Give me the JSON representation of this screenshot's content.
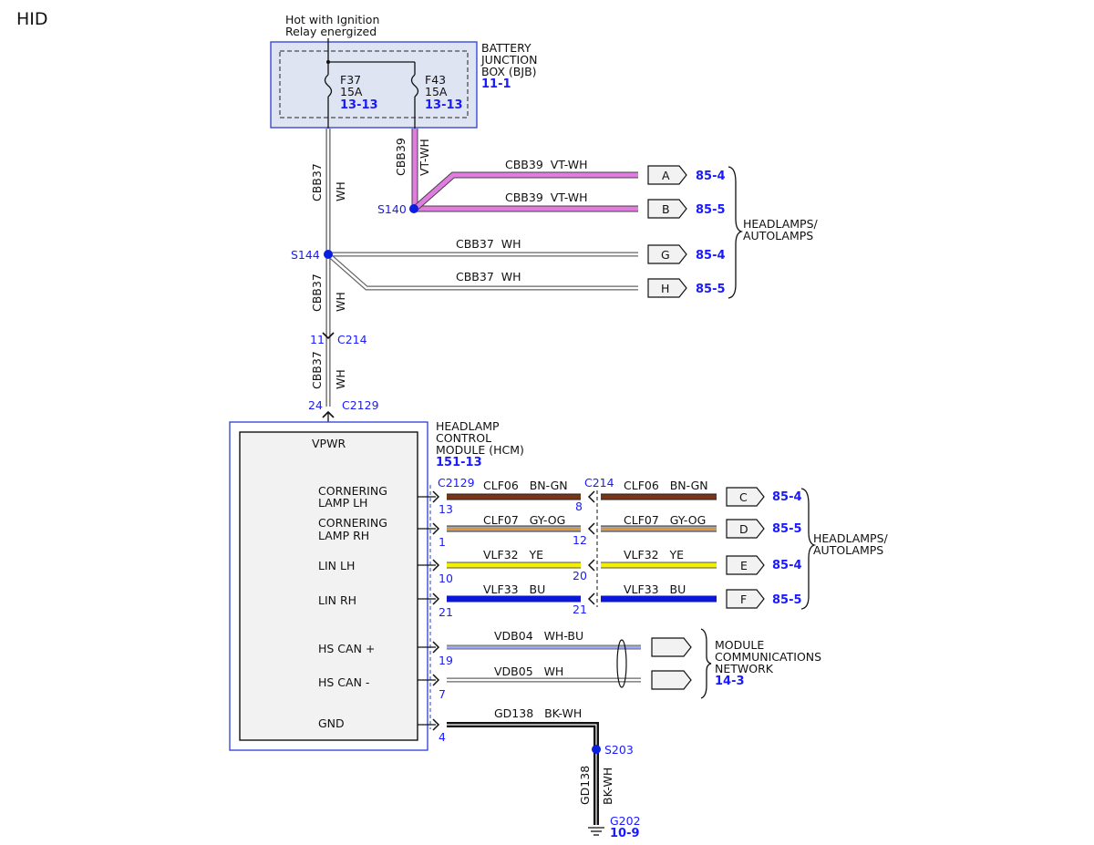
{
  "page_title": "HID",
  "colors": {
    "pink": "#e07be0",
    "brown": "#7a3418",
    "yellow": "#f5ef00",
    "blue": "#0a16d8",
    "ref_blue": "#1a1aff",
    "gray": "#bdbdbd",
    "black": "#000000"
  },
  "power": {
    "caption_line1": "Hot with Ignition",
    "caption_line2": "Relay energized"
  },
  "bjb": {
    "name_line1": "BATTERY",
    "name_line2": "JUNCTION",
    "name_line3": "BOX (BJB)",
    "ref": "11-1",
    "fuses": [
      {
        "name": "F37",
        "rating": "15A",
        "ref": "13-13"
      },
      {
        "name": "F43",
        "rating": "15A",
        "ref": "13-13"
      }
    ]
  },
  "vertical_wires": {
    "f43_circuit": "CBB39",
    "f43_color": "VT-WH",
    "f37_circuit": "CBB37",
    "f37_color": "WH",
    "s144_circuit": "CBB37",
    "s144_color": "WH",
    "c214_circuit": "CBB37",
    "c214_color": "WH"
  },
  "splices": {
    "s140": "S140",
    "s144": "S144",
    "s203": "S203"
  },
  "headlamp_feeds": [
    {
      "wire": "CBB39  VT-WH",
      "pin": "A",
      "ref": "85-4"
    },
    {
      "wire": "CBB39  VT-WH",
      "pin": "B",
      "ref": "85-5"
    },
    {
      "wire": "CBB37  WH",
      "pin": "G",
      "ref": "85-4"
    },
    {
      "wire": "CBB37  WH",
      "pin": "H",
      "ref": "85-5"
    }
  ],
  "headlamps_label_line1": "HEADLAMPS/",
  "headlamps_label_line2": "AUTOLAMPS",
  "c214_top": {
    "pin": "11",
    "name": "C214"
  },
  "c2129_top": {
    "pin": "24",
    "name": "C2129"
  },
  "hcm": {
    "name_line1": "HEADLAMP",
    "name_line2": "CONTROL",
    "name_line3": "MODULE (HCM)",
    "ref": "151-13",
    "vpwr": "VPWR",
    "conn_left": "C2129",
    "conn_right": "C214",
    "pins": [
      {
        "l1": "CORNERING",
        "l2": "LAMP LH",
        "p1": "13",
        "w1": "CLF06   BN-GN",
        "p2": "8",
        "w2": "CLF06   BN-GN",
        "pin": "C",
        "ref": "85-4"
      },
      {
        "l1": "CORNERING",
        "l2": "LAMP RH",
        "p1": "1",
        "w1": "CLF07   GY-OG",
        "p2": "12",
        "w2": "CLF07   GY-OG",
        "pin": "D",
        "ref": "85-5"
      },
      {
        "l1": "LIN LH",
        "l2": "",
        "p1": "10",
        "w1": "VLF32   YE",
        "p2": "20",
        "w2": "VLF32   YE",
        "pin": "E",
        "ref": "85-4"
      },
      {
        "l1": "LIN RH",
        "l2": "",
        "p1": "21",
        "w1": "VLF33   BU",
        "p2": "21",
        "w2": "VLF33   BU",
        "pin": "F",
        "ref": "85-5"
      }
    ],
    "can_plus": {
      "label": "HS CAN +",
      "pin": "19",
      "wire": "VDB04   WH-BU"
    },
    "can_minus": {
      "label": "HS CAN -",
      "pin": "7",
      "wire": "VDB05   WH"
    },
    "gnd": {
      "label": "GND",
      "pin": "4",
      "wire": "GD138   BK-WH"
    }
  },
  "network": {
    "line1": "MODULE",
    "line2": "COMMUNICATIONS",
    "line3": "NETWORK",
    "ref": "14-3"
  },
  "ground": {
    "circuit": "GD138",
    "color": "BK-WH",
    "name": "G202",
    "ref": "10-9"
  }
}
